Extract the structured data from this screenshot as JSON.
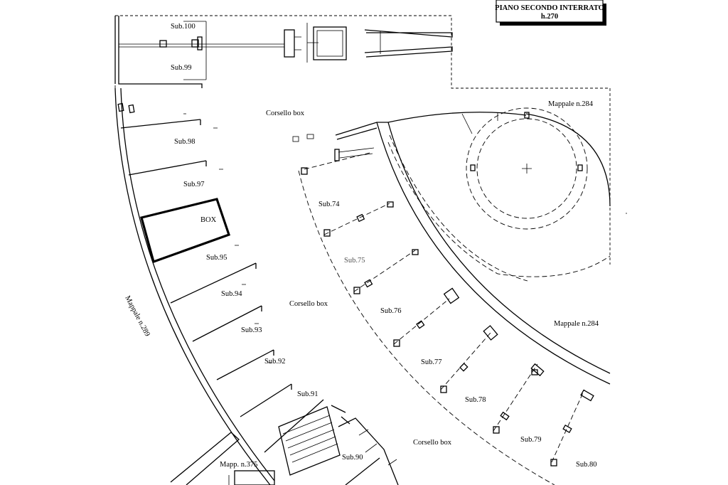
{
  "title": {
    "line1": "PIANO SECONDO INTERRATO",
    "line2": "h.270"
  },
  "labels": {
    "sub100": "Sub.100",
    "sub99": "Sub.99",
    "sub98": "Sub.98",
    "sub97": "Sub.97",
    "box": "BOX",
    "sub95": "Sub.95",
    "sub94": "Sub.94",
    "sub93": "Sub.93",
    "sub92": "Sub.92",
    "sub91": "Sub.91",
    "sub90": "Sub.90",
    "sub74": "Sub.74",
    "sub75": "Sub.75",
    "sub76": "Sub.76",
    "sub77": "Sub.77",
    "sub78": "Sub.78",
    "sub79": "Sub.79",
    "sub80": "Sub.80",
    "corsello_top": "Corsello box",
    "corsello_mid": "Corsello box",
    "corsello_bottom": "Corsello box",
    "mappale_284_top": "Mappale n.284",
    "mappale_284_right": "Mappale n.284",
    "mappale_left": "Mappale n.289",
    "mapp_375": "Mapp. n.375"
  }
}
